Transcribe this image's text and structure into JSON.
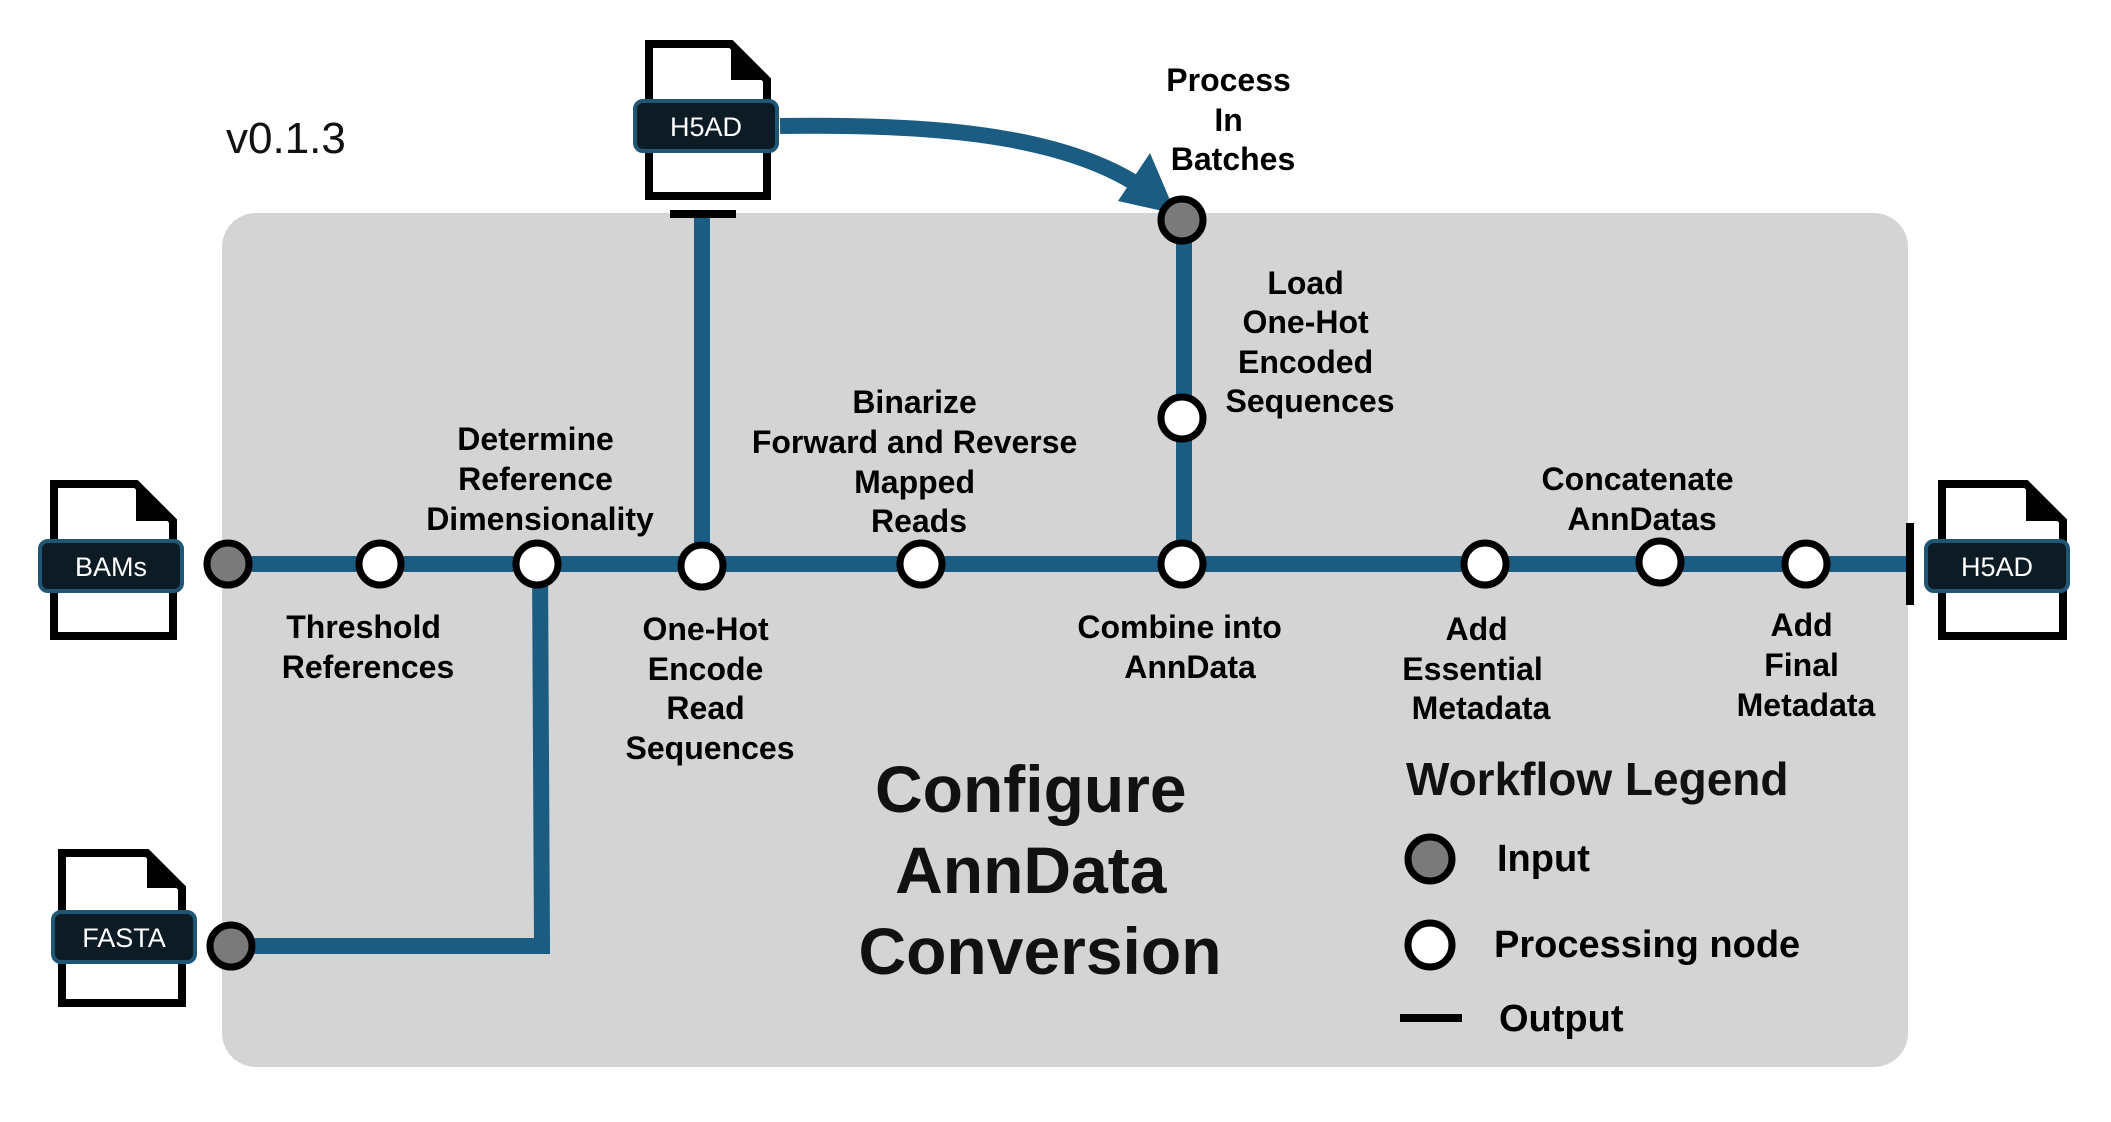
{
  "version": "v0.1.3",
  "title_lines": [
    "Configure",
    "AnnData",
    "Conversion"
  ],
  "colors": {
    "panel": "#d4d4d4",
    "rail": "#1b5d82",
    "input_node": "#7a7a7a",
    "processing_node": "#ffffff",
    "file_tag": "#0d1b24"
  },
  "files": {
    "bams": "BAMs",
    "fasta": "FASTA",
    "h5ad_input": "H5AD",
    "h5ad_output": "H5AD"
  },
  "steps": {
    "threshold_references": [
      "Threshold",
      "References"
    ],
    "determine_reference_dimensionality": [
      "Determine",
      "Reference",
      "Dimensionality"
    ],
    "one_hot_encode_read_sequences": [
      "One-Hot",
      "Encode",
      "Read",
      "Sequences"
    ],
    "binarize_reads": [
      "Binarize",
      "Forward and Reverse",
      "Mapped",
      "Reads"
    ],
    "process_in_batches": [
      "Process",
      "In",
      "Batches"
    ],
    "load_one_hot_sequences": [
      "Load",
      "One-Hot",
      "Encoded",
      "Sequences"
    ],
    "combine_into_anndata": [
      "Combine into",
      "AnnData"
    ],
    "add_essential_metadata": [
      "Add",
      "Essential",
      "Metadata"
    ],
    "concatenate_anndatas": [
      "Concatenate",
      "AnnDatas"
    ],
    "add_final_metadata": [
      "Add",
      "Final",
      "Metadata"
    ]
  },
  "legend": {
    "title": "Workflow Legend",
    "input": "Input",
    "processing": "Processing node",
    "output": "Output"
  }
}
